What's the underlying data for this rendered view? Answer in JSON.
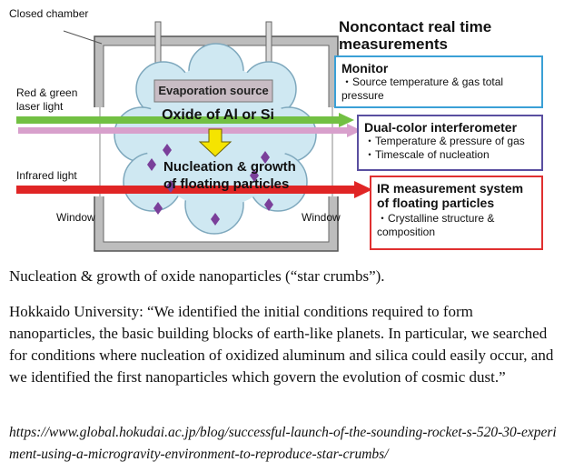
{
  "diagram": {
    "chamber_label": "Closed chamber",
    "heading": "Noncontact real time measurements",
    "source_label": "Evaporation source",
    "oxide_label": "Oxide of Al or Si",
    "nucleation_label": "Nucleation & growth of floating particles",
    "laser_label": "Red & green laser light",
    "infrared_label": "Infrared light",
    "window_left": "Window",
    "window_right": "Window",
    "monitor": {
      "title": "Monitor",
      "lines": [
        "・Source temperature & gas total pressure"
      ],
      "color": "#3aa0d6"
    },
    "interferometer": {
      "title": "Dual-color interferometer",
      "lines": [
        "・Temperature & pressure of gas",
        "・Timescale of nucleation"
      ],
      "color": "#5a4fa0"
    },
    "ir_system": {
      "title": "IR measurement system of floating particles",
      "lines": [
        "・Crystalline structure & composition"
      ],
      "color": "#e03030"
    },
    "colors": {
      "green_beam": "#72c043",
      "pink_beam": "#d8a0cc",
      "red_beam": "#e02525",
      "cloud": "#cfe8f2",
      "particle": "#7a3f9a",
      "arrow": "#f5e400",
      "source_box": "#c8bcc4"
    }
  },
  "caption": {
    "title_main": "Nucleation & growth of oxide nanoparticles",
    "title_tail": " (“star crumbs”).",
    "quote": "Hokkaido University: “We identified the initial conditions required to form nanoparticles, the basic building blocks of earth-like planets. In particular, we searched for conditions where nucleation of oxidized aluminum and silica could easily occur, and we identified the first nanoparticles which govern the evolution of cosmic dust.”",
    "url": "https://www.global.hokudai.ac.jp/blog/successful-launch-of-the-sounding-rocket-s-520-30-experiment-using-a-microgravity-environment-to-reproduce-star-crumbs/"
  }
}
